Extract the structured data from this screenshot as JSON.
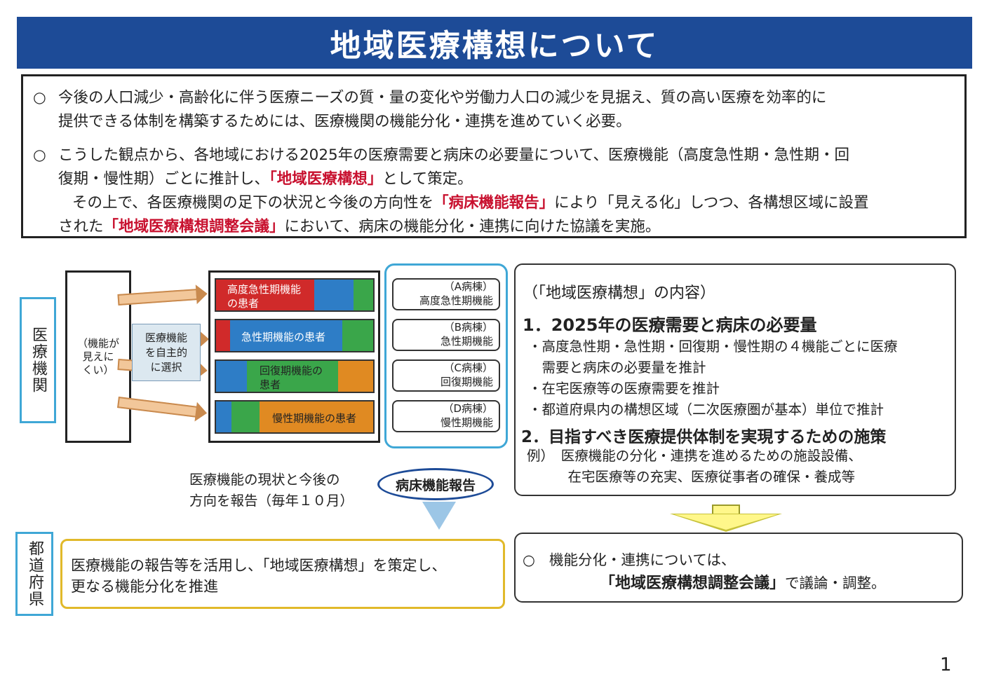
{
  "title": "地域医療構想について",
  "intro": {
    "p1": {
      "mark": "○",
      "line1": "今後の人口減少・高齢化に伴う医療ニーズの質・量の変化や労働力人口の減少を見据え、質の高い医療を効率的に",
      "line2": "提供できる体制を構築するためには、医療機関の機能分化・連携を進めていく必要。"
    },
    "p2": {
      "mark": "○",
      "line1": "こうした観点から、各地域における2025年の医療需要と病床の必要量について、医療機能（高度急性期・急性期・回",
      "line2_a": "復期・慢性期）ごとに推計し、",
      "line2_red": "「地域医療構想」",
      "line2_b": "として策定。",
      "line3_a": "その上で、各医療機関の足下の状況と今後の方向性を",
      "line3_red": "「病床機能報告」",
      "line3_b": "により「見える化」しつつ、各構想区域に設置",
      "line4_a": "された",
      "line4_red": "「地域医療構想調整会議」",
      "line4_b": "において、病床の機能分化・連携に向けた協議を実施。"
    }
  },
  "diagram": {
    "medical_institution_label": "医療機関",
    "facility_text": "（機能が見えにくい）",
    "facility_lines": [
      "（機能が",
      "見えに",
      "くい）"
    ],
    "select_lines": [
      "医療機能",
      "を自主的",
      "に選択"
    ],
    "wards": [
      {
        "patient_lines": [
          "高度急性期機能",
          "の患者"
        ],
        "ward": "（A病棟）",
        "function": "高度急性期機能"
      },
      {
        "patient_lines": [
          "急性期機能の患者"
        ],
        "ward": "（B病棟）",
        "function": "急性期機能"
      },
      {
        "patient_lines": [
          "回復期機能の",
          "患者"
        ],
        "ward": "（C病棟）",
        "function": "回復期機能"
      },
      {
        "patient_lines": [
          "慢性期機能の患者"
        ],
        "ward": "（D病棟）",
        "function": "慢性期機能"
      }
    ],
    "report_caption_lines": [
      "医療機能の現状と今後の",
      "方向を報告（毎年１０月）"
    ],
    "report_label": "病床機能報告",
    "prefecture_label": "都道府県",
    "prefecture_lines": [
      "医療機能の報告等を活用し、「地域医療構想」を策定し、",
      "更なる機能分化を推進"
    ],
    "colors": {
      "red": "#d02a2a",
      "blue": "#2e7dc6",
      "green": "#3aa64a",
      "orange": "#e08a22"
    }
  },
  "content": {
    "heading": "（「地域医療構想」の内容）",
    "item1_title": "1．2025年の医療需要と病床の必要量",
    "item1_bullets": [
      "・高度急性期・急性期・回復期・慢性期の４機能ごとに医療",
      "　需要と病床の必要量を推計",
      "・在宅医療等の医療需要を推計",
      "・都道府県内の構想区域（二次医療圏が基本）単位で推計"
    ],
    "item2_title": "2．目指すべき医療提供体制を実現するための施策",
    "item2_example_lines": [
      "例）　医療機能の分化・連携を進めるための施設設備、",
      "　　　在宅医療等の充実、医療従事者の確保・養成等"
    ]
  },
  "conclusion": {
    "mark": "○",
    "line1": "機能分化・連携については、",
    "line2_bold": "「地域医療構想調整会議」",
    "line2_b": "で議論・調整。"
  },
  "page_number": "1"
}
